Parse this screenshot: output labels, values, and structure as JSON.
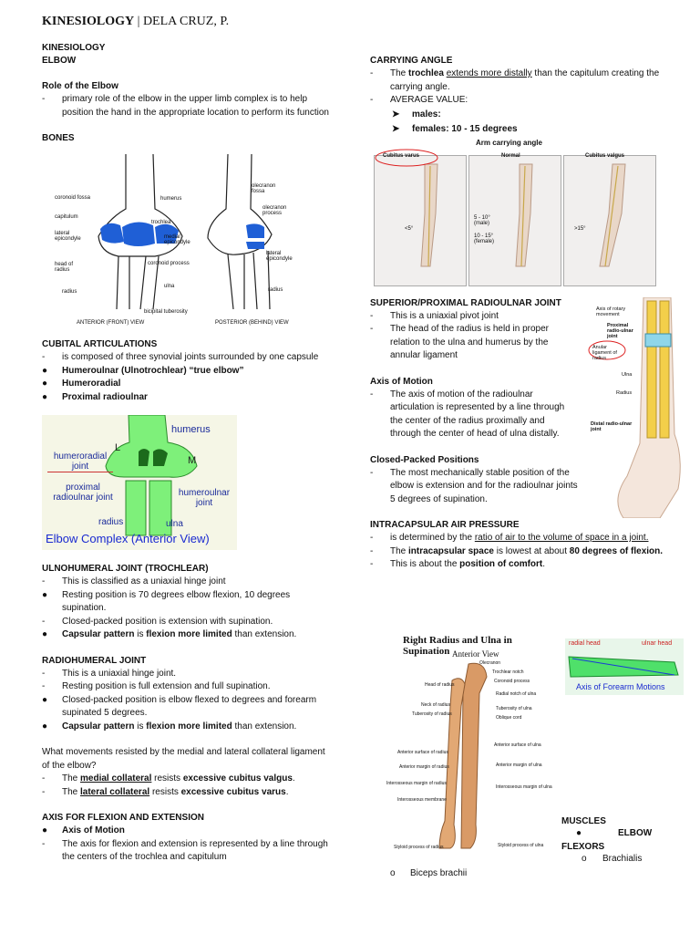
{
  "header": {
    "title_bold": "KINESIOLOGY",
    "title_rest": " | DELA CRUZ, P."
  },
  "left": {
    "subject": "KINESIOLOGY",
    "topic": "ELBOW",
    "role_heading": "Role of the Elbow",
    "role_text": "primary role of the elbow in the upper limb complex is to help position the hand in the appropriate location to perform its function",
    "bones_heading": "BONES",
    "bones_fig": {
      "labels_left": [
        "coronoid fossa",
        "capitulum",
        "lateral epicondyle",
        "head of radius",
        "radius"
      ],
      "labels_mid": [
        "humerus",
        "trochlea",
        "medial epicondyle",
        "coronoid process",
        "ulna",
        "bicipital tuberosity"
      ],
      "labels_right": [
        "olecranon fossa",
        "olecranon process",
        "lateral epicondyle",
        "radius"
      ],
      "caption_anterior": "ANTERIOR (FRONT) VIEW",
      "caption_posterior": "POSTERIOR (BEHIND) VIEW"
    },
    "cubital_heading": "CUBITAL ARTICULATIONS",
    "cubital_intro": "is composed of three synovial joints surrounded by one capsule",
    "cubital_items": [
      "Humeroulnar (Ulnotrochlear) “true elbow”",
      "Humeroradial",
      "Proximal radioulnar"
    ],
    "complex_fig": {
      "humerus": "humerus",
      "L": "L",
      "M": "M",
      "humeroradial": "humeroradial joint",
      "proximal": "proximal radioulnar joint",
      "humeroulnar": "humeroulnar joint",
      "radius": "radius",
      "ulna": "ulna",
      "caption": "Elbow Complex (Anterior View)"
    },
    "ulno_heading": "ULNOHUMERAL JOINT (TROCHLEAR)",
    "ulno_1": "This is classified as a uniaxial hinge joint",
    "ulno_2": "Resting position is 70 degrees elbow flexion, 10 degrees supination.",
    "ulno_3": "Closed-packed position is extension with supination.",
    "ulno_4a": "Capsular pattern",
    "ulno_4b": " is ",
    "ulno_4c": "flexion more limited",
    "ulno_4d": " than extension.",
    "radio_heading": "RADIOHUMERAL JOINT",
    "radio_1": "This is a uniaxial hinge joint.",
    "radio_2": "Resting position is full extension and full supination.",
    "radio_3": "Closed-packed position is elbow flexed to degrees and forearm supinated 5 degrees.",
    "radio_4a": "Capsular pattern",
    "radio_4b": " is ",
    "radio_4c": "flexion more limited",
    "radio_4d": " than extension.",
    "question": "What movements resisted by the medial and lateral collateral ligament of the elbow?",
    "medial_a": "The ",
    "medial_b": "medial collateral",
    "medial_c": " resists ",
    "medial_d": "excessive cubitus valgus",
    "medial_e": ".",
    "lateral_a": "The ",
    "lateral_b": "lateral collateral",
    "lateral_c": " resists ",
    "lateral_d": "excessive cubitus varus",
    "lateral_e": ".",
    "axis_heading": "AXIS FOR FLEXION AND EXTENSION",
    "axis_item": "Axis of Motion",
    "axis_text": "The axis for flexion and extension is represented by a line through the centers of the trochlea and capitulum"
  },
  "right": {
    "carry_heading": "CARRYING ANGLE",
    "carry_1a": "The ",
    "carry_1b": "trochlea",
    "carry_1c": " ",
    "carry_1d": "extends more distally",
    "carry_1e": " than the capitulum creating the carrying angle.",
    "carry_2": "AVERAGE VALUE:",
    "carry_males": "males:",
    "carry_females": "females: 10 - 15 degrees",
    "arm_fig": {
      "title": "Arm carrying angle",
      "varus": "Cubitus varus",
      "normal": "Normal",
      "valgus": "Cubitus valgus",
      "lt5": "<5°",
      "male": "5 - 10° (male)",
      "female": "10 - 15° (female)",
      "gt15": ">15°"
    },
    "sup_heading": "SUPERIOR/PROXIMAL RADIOULNAR JOINT",
    "sup_1": "This is a uniaxial pivot joint",
    "sup_2": "The head of the radius is held in proper relation to the ulna and humerus by the annular ligament",
    "forearm_fig": {
      "axis": "Axis of rotary movement",
      "proximal": "Proximal radio-ulnar joint",
      "annular": "Anular ligament of radius",
      "ulna": "Ulna",
      "radius": "Radius",
      "distal": "Distal radio-ulnar joint"
    },
    "axis_heading": "Axis of Motion",
    "axis_text": "The axis of motion of the radioulnar articulation is represented by a line through the center of the radius proximally and through the center of head of ulna distally.",
    "closed_heading": "Closed-Packed Positions",
    "closed_text": "The most mechanically stable position of the elbow is extension and for the radioulnar joints 5 degrees of supination.",
    "intra_heading": "INTRACAPSULAR AIR PRESSURE",
    "intra_1a": "is determined by the ",
    "intra_1b": "ratio of air to the volume of space in a joint.",
    "intra_2a": "The ",
    "intra_2b": "intracapsular space",
    "intra_2c": " is lowest at about ",
    "intra_2d": "80 degrees of flexion.",
    "intra_3a": "This is about the ",
    "intra_3b": "position of comfort",
    "intra_3c": ".",
    "radius_fig": {
      "title": "Right Radius and Ulna in Supination",
      "subtitle": "Anterior View",
      "labels_left": [
        "Head of radius",
        "Neck of radius",
        "Tuberosity of radius",
        "Anterior surface of radius",
        "Anterior margin of radius",
        "Interosseous margin of radius",
        "Interosseous membrane",
        "Styloid process of radius"
      ],
      "labels_right": [
        "Olecranon",
        "Trochlear notch",
        "Coronoid process",
        "Radial notch of ulna",
        "Tuberosity of ulna",
        "Oblique cord",
        "Anterior surface of ulna",
        "Anterior margin of ulna",
        "Interosseous margin of ulna",
        "Styloid process of ulna"
      ]
    },
    "motion_fig": {
      "radial_head": "radial head",
      "ulnar_head": "ulnar head",
      "caption": "Axis of Forearm Motions"
    },
    "muscles_heading": "MUSCLES",
    "elbow_label": "ELBOW",
    "flexors_label": "FLEXORS",
    "brachialis": "Brachialis",
    "biceps": "Biceps brachii"
  }
}
